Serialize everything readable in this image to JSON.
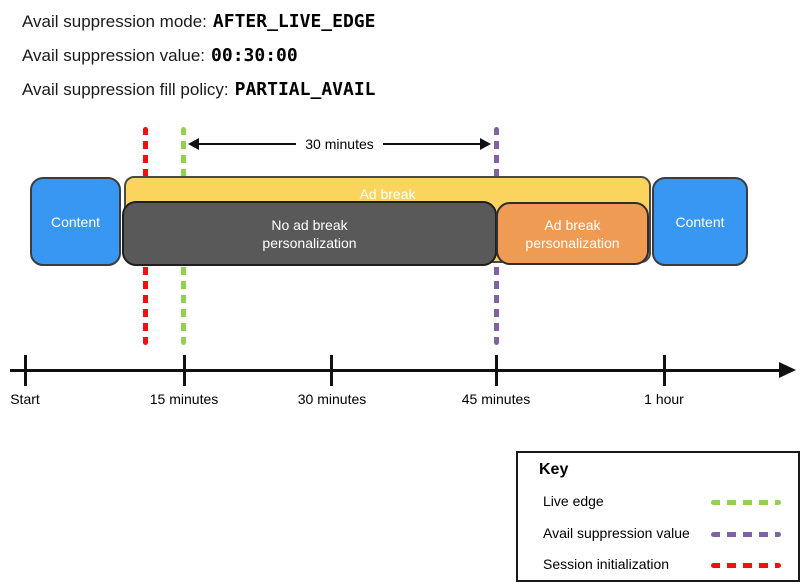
{
  "header": {
    "lines": [
      {
        "label": "Avail suppression mode:",
        "value": "AFTER_LIVE_EDGE"
      },
      {
        "label": "Avail suppression value:",
        "value": "00:30:00"
      },
      {
        "label": "Avail suppression fill policy:",
        "value": "PARTIAL_AVAIL"
      }
    ]
  },
  "diagram": {
    "content_left_label": "Content",
    "content_right_label": "Content",
    "ad_break_label": "Ad break",
    "no_personalization_label": "No ad break personalization",
    "personalization_label": "Ad break personalization",
    "duration_annotation": "30 minutes"
  },
  "timeline": {
    "ticks": [
      "Start",
      "15 minutes",
      "30 minutes",
      "45 minutes",
      "1 hour"
    ]
  },
  "key": {
    "title": "Key",
    "items": [
      {
        "label": "Live edge",
        "color": "#92d050"
      },
      {
        "label": "Avail suppression value",
        "color": "#8064a2"
      },
      {
        "label": "Session initialization",
        "color": "#ee1111"
      }
    ]
  },
  "colors": {
    "content_blue": "#3997f4",
    "ad_break_yellow": "#fbd45e",
    "no_personalization_gray": "#595959",
    "personalization_orange": "#ef9b53",
    "live_edge_green": "#92d050",
    "avail_suppression_purple": "#8064a2",
    "session_init_red": "#ee1111"
  }
}
